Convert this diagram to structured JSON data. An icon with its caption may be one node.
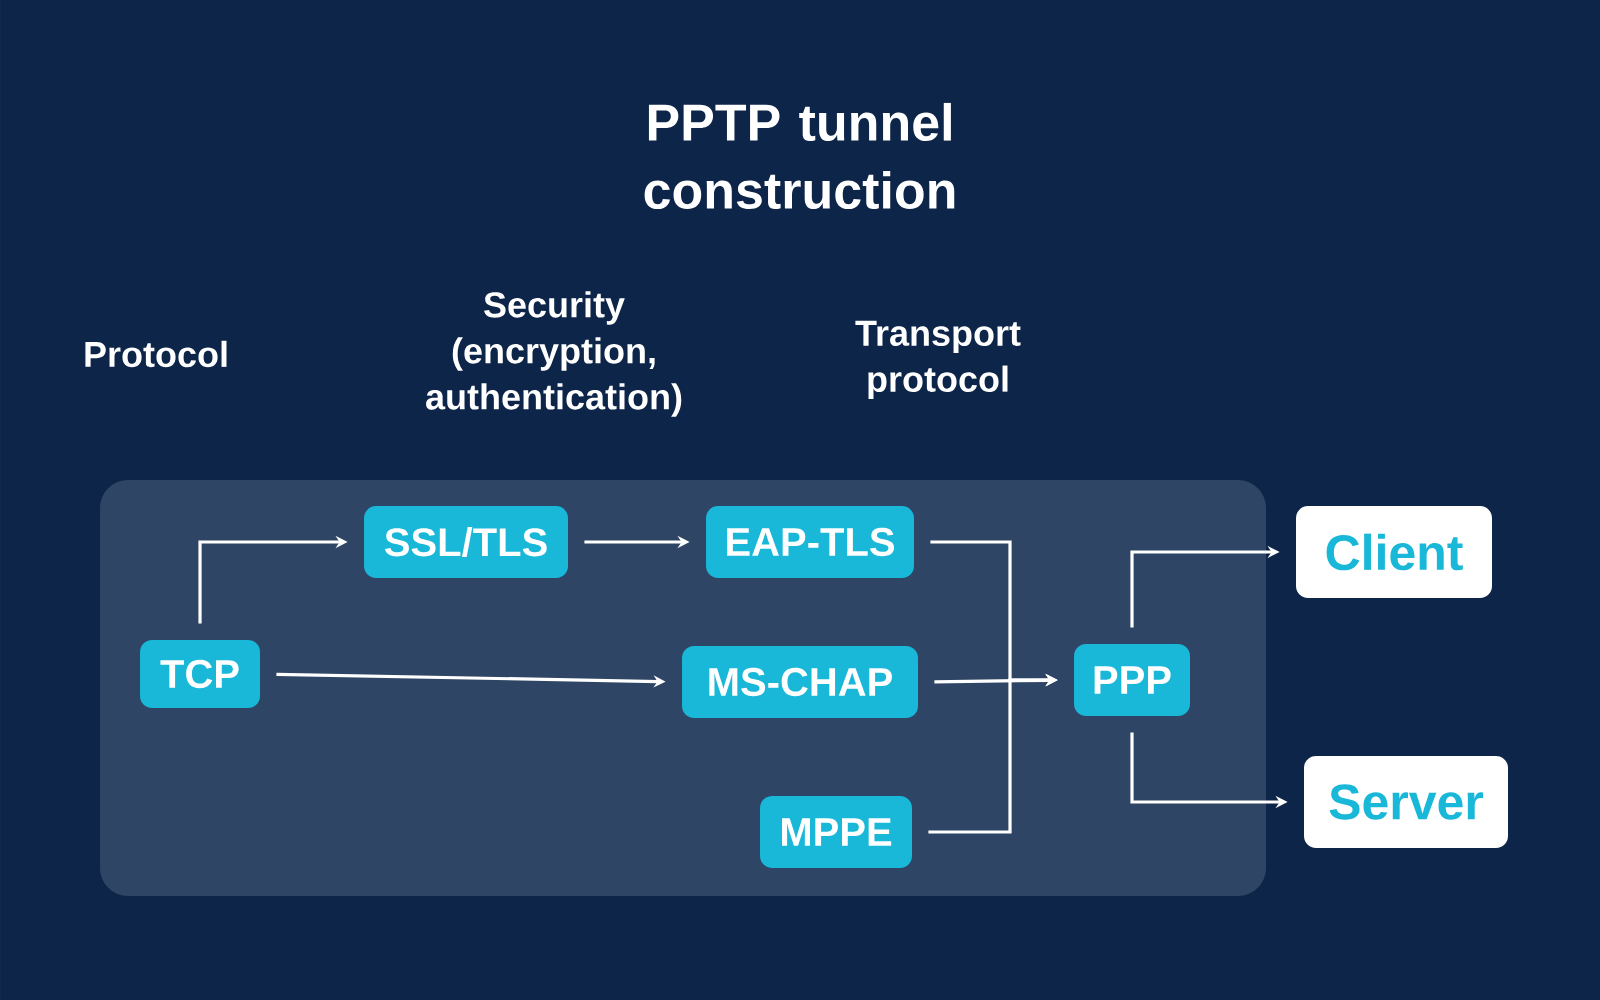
{
  "diagram": {
    "title": "PPTP tunnel construction",
    "nodes": [
      {
        "text": [
          "TCP"
        ]
      },
      {
        "text": [
          "SSL/TLS"
        ]
      },
      {
        "text": [
          "EAP-TLS"
        ]
      },
      {
        "text": [
          "MS-CHAP"
        ]
      },
      {
        "text": [
          "MPPE"
        ]
      },
      {
        "text": [
          "PPP"
        ]
      },
      {
        "text": [
          "Client"
        ]
      },
      {
        "text": [
          "Server"
        ]
      }
    ],
    "edges": [
      {
        "from": 0,
        "to": 1,
        "arrow": "to"
      },
      {
        "from": 1,
        "to": 2,
        "arrow": "to"
      },
      {
        "from": 0,
        "to": 3,
        "arrow": "to"
      },
      {
        "from": 2,
        "to": 5,
        "arrow": "to"
      },
      {
        "from": 3,
        "to": 5,
        "arrow": "to"
      },
      {
        "from": 4,
        "to": 5,
        "arrow": "to"
      },
      {
        "from": 5,
        "to": 6,
        "arrow": "to"
      },
      {
        "from": 5,
        "to": 7,
        "arrow": "to"
      }
    ],
    "labels": [
      "Protocol",
      "Security (encryption, authentication)",
      "Transport protocol"
    ]
  }
}
